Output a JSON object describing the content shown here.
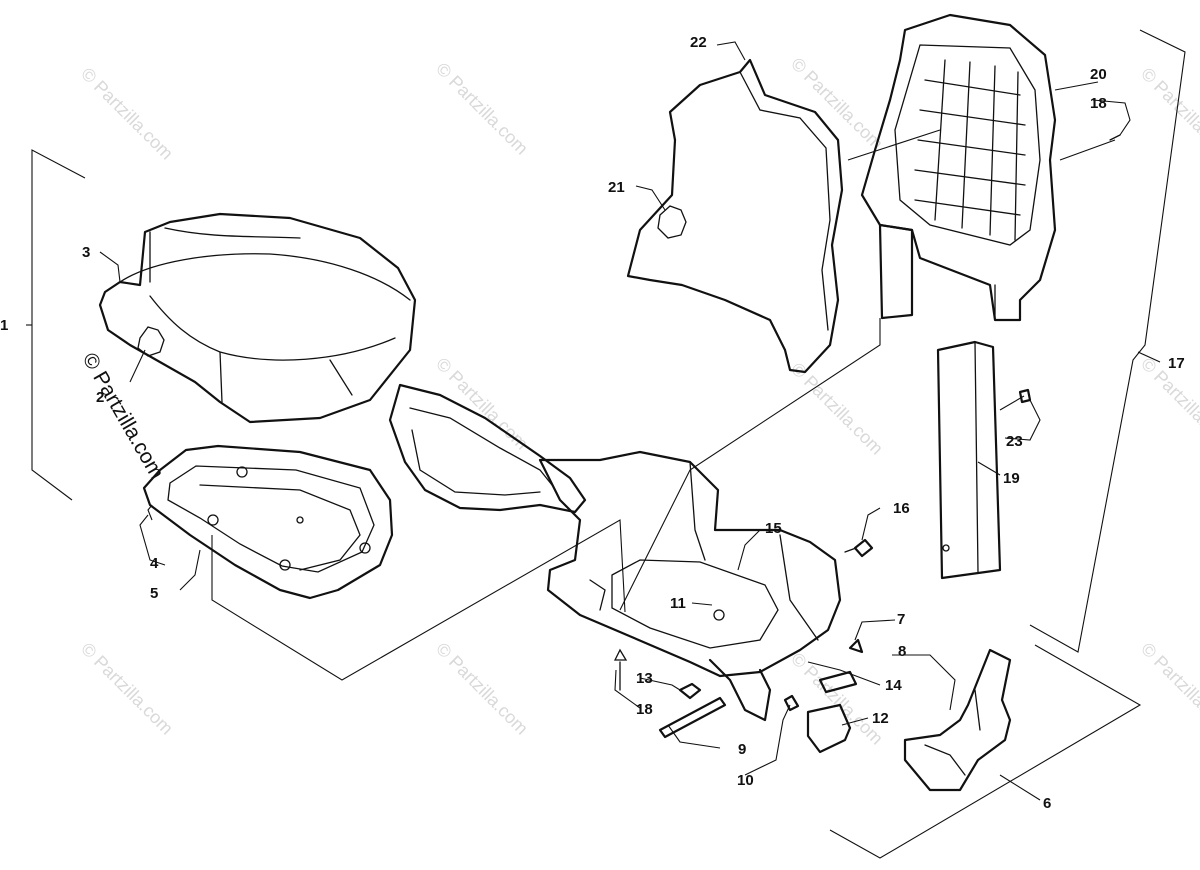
{
  "watermark": {
    "text": "© Partzilla.com"
  },
  "copyright": {
    "text": "© Partzilla.com"
  },
  "callouts": [
    {
      "id": "c1",
      "label": "1"
    },
    {
      "id": "c2",
      "label": "2"
    },
    {
      "id": "c3",
      "label": "3"
    },
    {
      "id": "c4",
      "label": "4"
    },
    {
      "id": "c5",
      "label": "5"
    },
    {
      "id": "c6",
      "label": "6"
    },
    {
      "id": "c7",
      "label": "7"
    },
    {
      "id": "c8",
      "label": "8"
    },
    {
      "id": "c9",
      "label": "9"
    },
    {
      "id": "c10",
      "label": "10"
    },
    {
      "id": "c11",
      "label": "11"
    },
    {
      "id": "c12",
      "label": "12"
    },
    {
      "id": "c13",
      "label": "13"
    },
    {
      "id": "c14",
      "label": "14"
    },
    {
      "id": "c15",
      "label": "15"
    },
    {
      "id": "c16",
      "label": "16"
    },
    {
      "id": "c17",
      "label": "17"
    },
    {
      "id": "c18a",
      "label": "18"
    },
    {
      "id": "c18b",
      "label": "18"
    },
    {
      "id": "c19",
      "label": "19"
    },
    {
      "id": "c20",
      "label": "20"
    },
    {
      "id": "c21",
      "label": "21"
    },
    {
      "id": "c22",
      "label": "22"
    },
    {
      "id": "c23",
      "label": "23"
    }
  ]
}
